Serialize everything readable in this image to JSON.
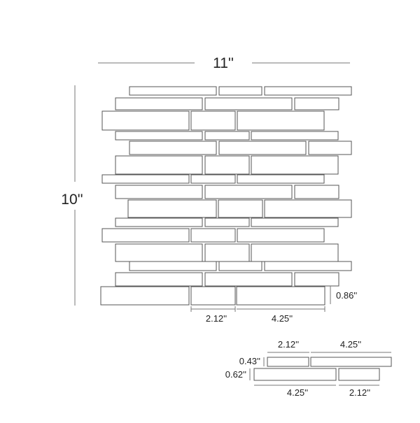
{
  "dimensions": {
    "width_label": "11''",
    "height_label": "10''",
    "row_height_label": "0.86''",
    "short_tile_label": "2.12''",
    "long_tile_label": "4.25''"
  },
  "detail": {
    "top_short_label": "2.12''",
    "top_long_label": "4.25''",
    "thin_height_label": "0.43''",
    "thick_height_label": "0.62''",
    "bottom_long_label": "4.25''",
    "bottom_short_label": "2.12''"
  },
  "colors": {
    "line": "#555555",
    "tile_fill": "#ffffff",
    "text": "#222222"
  }
}
